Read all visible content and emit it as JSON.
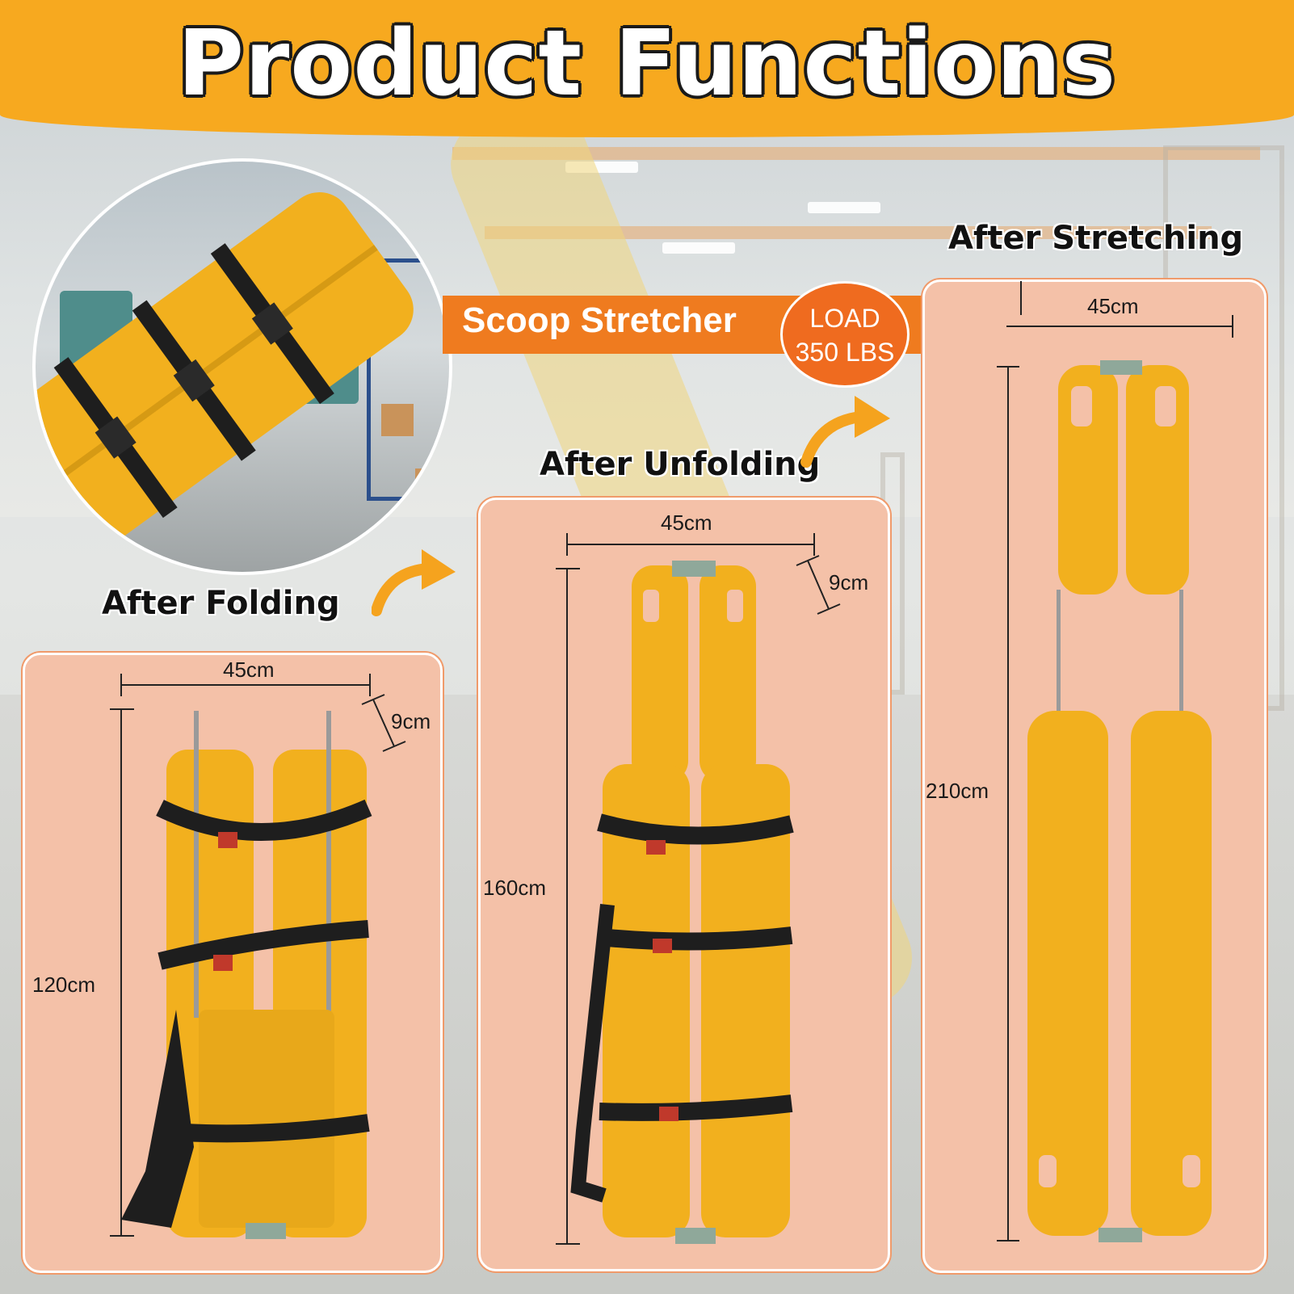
{
  "header": {
    "title": "Product Functions"
  },
  "banner": {
    "product_name": "Scoop Stretcher",
    "load_line1": "LOAD",
    "load_line2": "350 LBS"
  },
  "stages": [
    {
      "label": "After Folding",
      "width": "45cm",
      "depth": "9cm",
      "length": "120cm"
    },
    {
      "label": "After Unfolding",
      "width": "45cm",
      "depth": "9cm",
      "length": "160cm"
    },
    {
      "label": "After Stretching",
      "width": "45cm",
      "length": "210cm"
    }
  ],
  "colors": {
    "header_bg": "#f7a91f",
    "banner_bg": "#ef7b1f",
    "panel_bg": "#f4c1a8",
    "stretcher_yellow": "#f2b01e",
    "strap_black": "#1e1e1e",
    "arrow_orange": "#f5a31e"
  },
  "icons": [
    "curved-arrow-icon",
    "buckle-icon"
  ]
}
